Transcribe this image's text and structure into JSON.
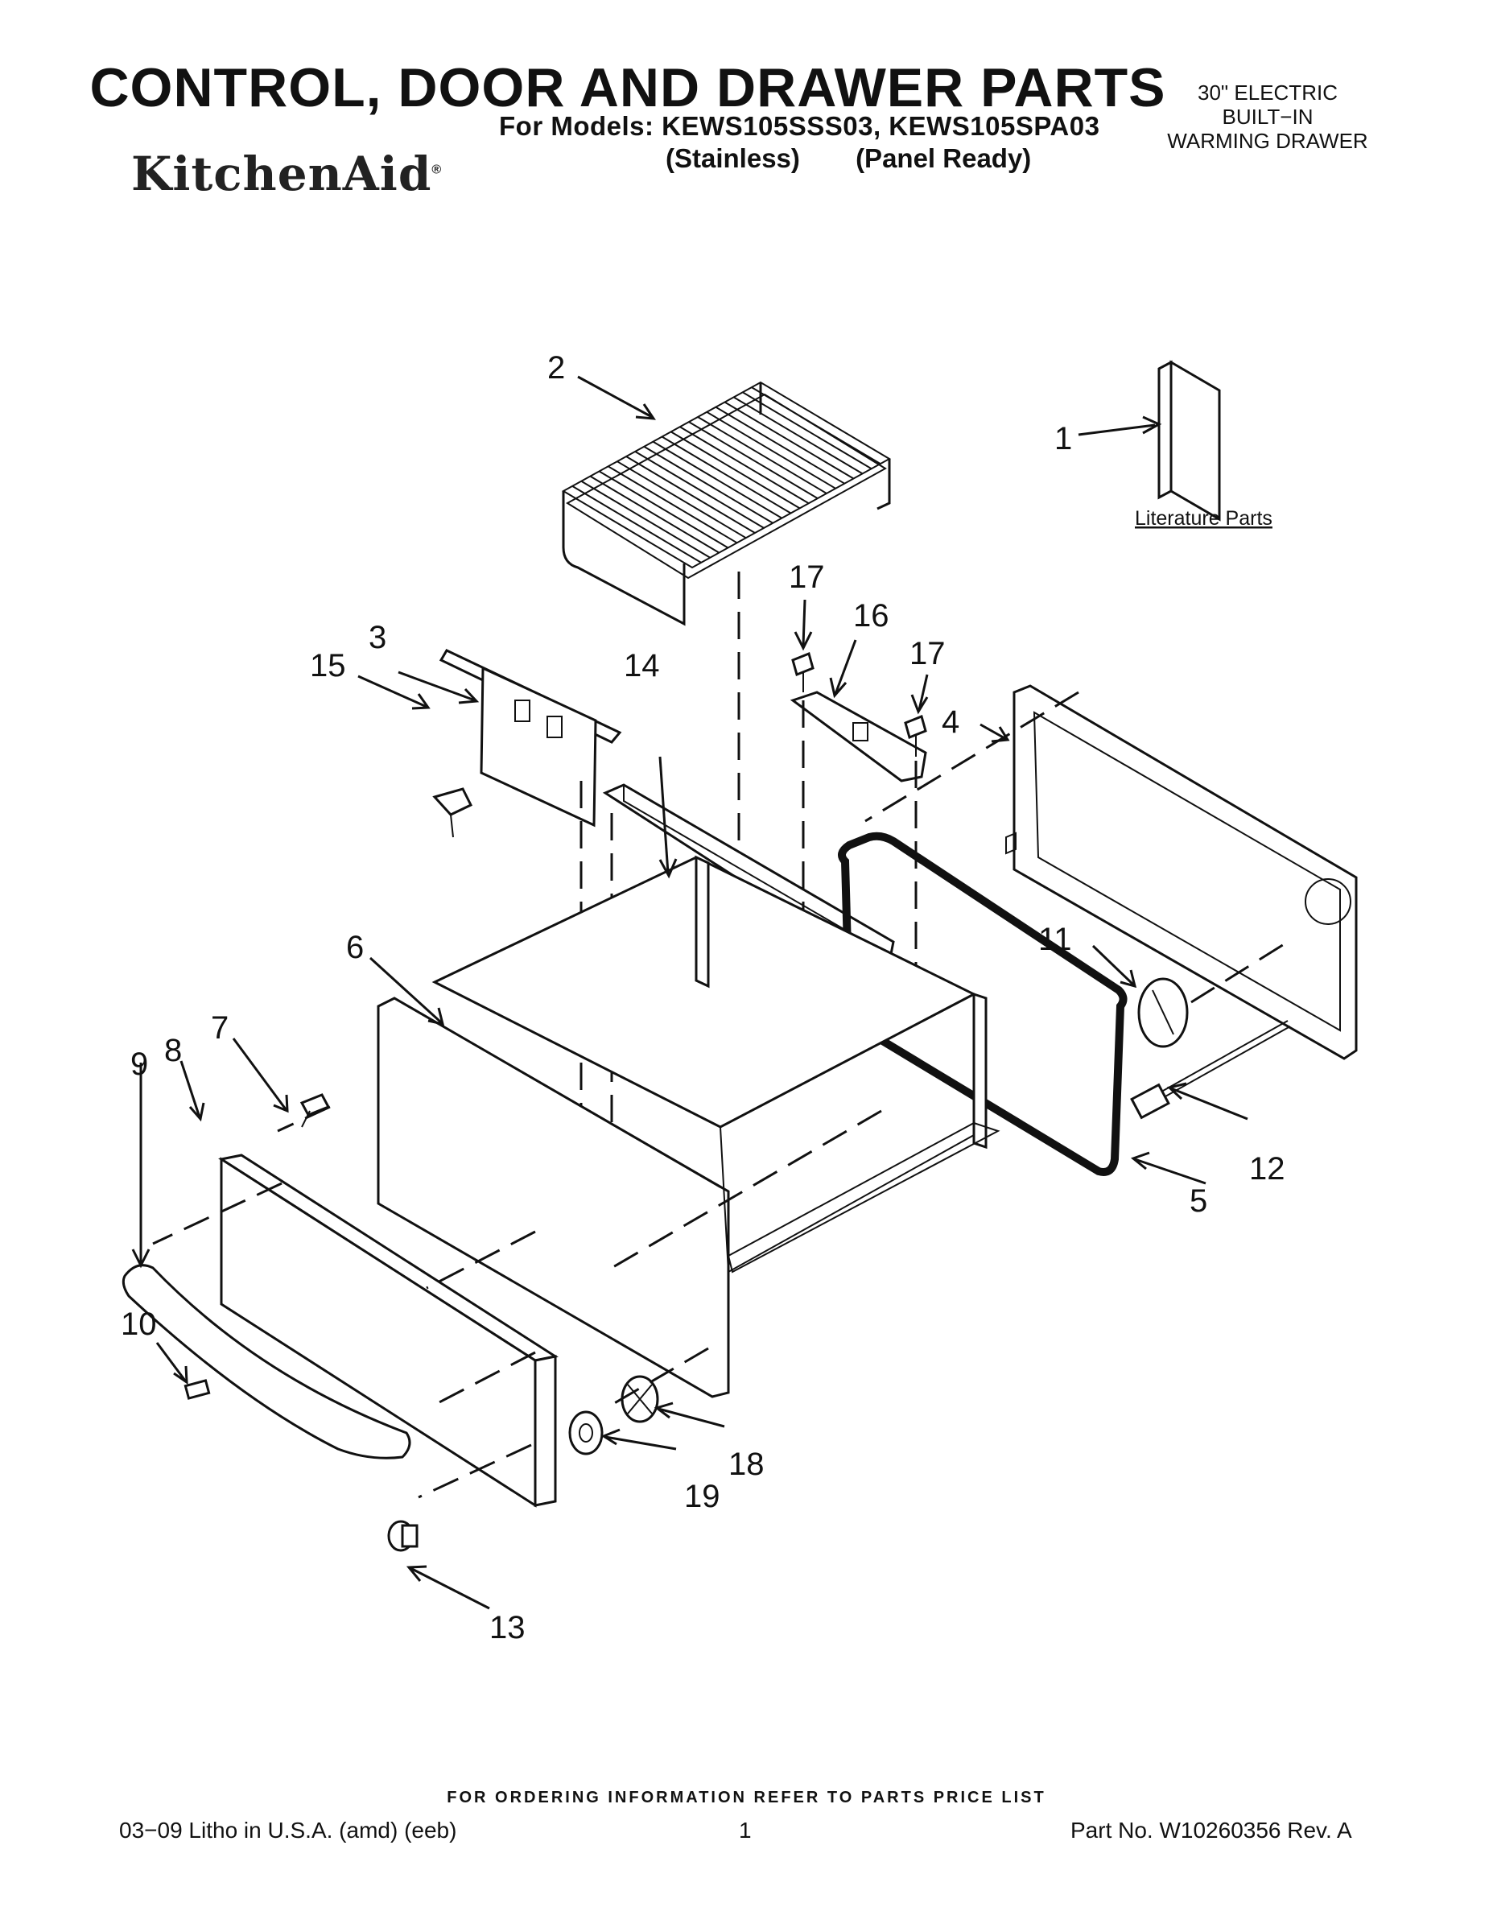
{
  "header": {
    "title": "CONTROL, DOOR AND DRAWER PARTS",
    "models": "For Models: KEWS105SSS03, KEWS105SPA03",
    "variant_1": "(Stainless)",
    "variant_2": "(Panel Ready)",
    "brand": "KitchenAid",
    "brand_mark": "®",
    "product_line_1": "30\" ELECTRIC",
    "product_line_2": "BUILT−IN",
    "product_line_3": "WARMING DRAWER"
  },
  "diagram": {
    "literature_label": "Literature Parts",
    "callouts": [
      "1",
      "2",
      "3",
      "4",
      "5",
      "6",
      "7",
      "8",
      "9",
      "10",
      "11",
      "12",
      "13",
      "14",
      "15",
      "16",
      "17",
      "17",
      "18",
      "19"
    ]
  },
  "footer": {
    "ordering": "FOR ORDERING INFORMATION REFER TO PARTS PRICE LIST",
    "litho": "03−09 Litho in U.S.A. (amd) (eeb)",
    "page": "1",
    "part_no": "Part No. W10260356 Rev. A"
  }
}
